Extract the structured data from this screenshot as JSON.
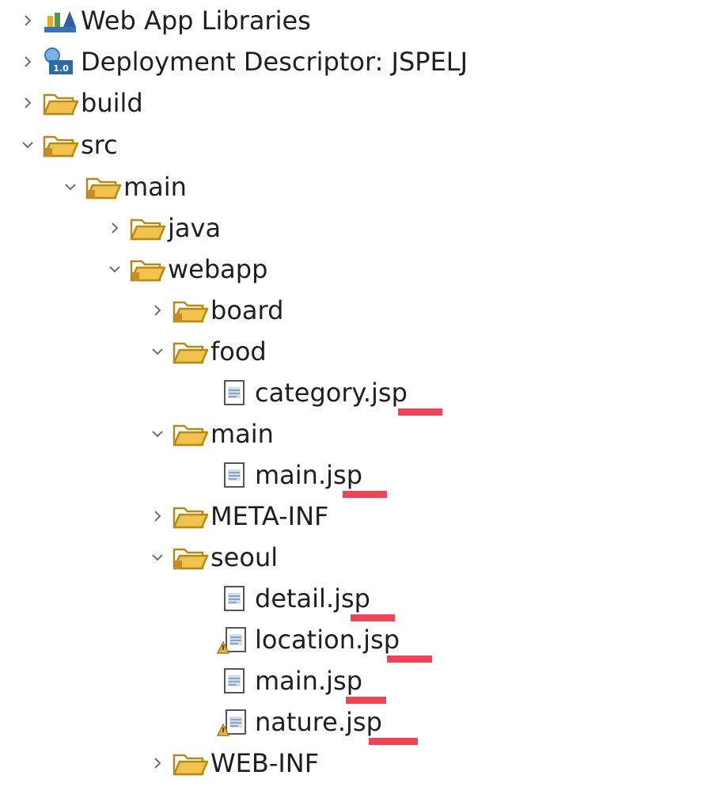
{
  "tree": {
    "items": [
      {
        "label": "Web App Libraries",
        "icon": "library-icon",
        "state": "collapsed"
      },
      {
        "label": "Deployment Descriptor: JSPELJ",
        "icon": "deployment-descriptor-icon",
        "state": "collapsed"
      },
      {
        "label": "build",
        "icon": "folder-icon",
        "state": "collapsed"
      },
      {
        "label": "src",
        "icon": "source-folder-icon",
        "state": "expanded"
      },
      {
        "label": "main",
        "icon": "source-folder-icon",
        "state": "expanded"
      },
      {
        "label": "java",
        "icon": "folder-icon",
        "state": "collapsed"
      },
      {
        "label": "webapp",
        "icon": "source-folder-icon",
        "state": "expanded"
      },
      {
        "label": "board",
        "icon": "source-folder-icon",
        "state": "collapsed"
      },
      {
        "label": "food",
        "icon": "folder-icon",
        "state": "expanded"
      },
      {
        "label": "category.jsp",
        "icon": "jsp-file-icon",
        "state": "leaf"
      },
      {
        "label": "main",
        "icon": "folder-icon",
        "state": "expanded"
      },
      {
        "label": "main.jsp",
        "icon": "jsp-file-icon",
        "state": "leaf"
      },
      {
        "label": "META-INF",
        "icon": "folder-icon",
        "state": "collapsed"
      },
      {
        "label": "seoul",
        "icon": "source-folder-icon",
        "state": "expanded"
      },
      {
        "label": "detail.jsp",
        "icon": "jsp-file-icon",
        "state": "leaf"
      },
      {
        "label": "location.jsp",
        "icon": "jsp-file-warning-icon",
        "state": "leaf"
      },
      {
        "label": "main.jsp",
        "icon": "jsp-file-icon",
        "state": "leaf"
      },
      {
        "label": "nature.jsp",
        "icon": "jsp-file-warning-icon",
        "state": "leaf"
      },
      {
        "label": "WEB-INF",
        "icon": "folder-icon",
        "state": "collapsed"
      }
    ]
  },
  "colors": {
    "highlight": "#ef4455",
    "folder": "#f2c24e",
    "chevron": "#6f6f6f"
  }
}
